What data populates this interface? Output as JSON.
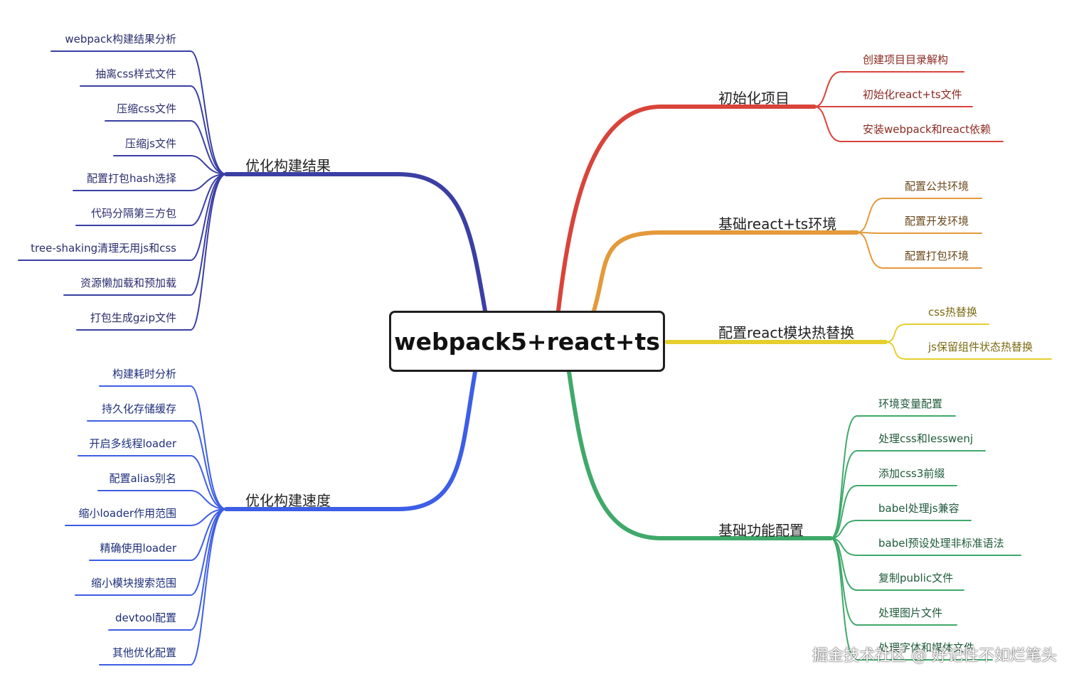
{
  "root": {
    "label": "webpack5+react+ts"
  },
  "branches": [
    {
      "key": "init",
      "label": "初始化项目",
      "color": "#d9443a",
      "leaf_color": "#8b2a22",
      "leaves": [
        "创建项目目录解构",
        "初始化react+ts文件",
        "安装webpack和react依赖"
      ]
    },
    {
      "key": "base-env",
      "label": "基础react+ts环境",
      "color": "#e39a3a",
      "leaf_color": "#6b4a1c",
      "leaves": [
        "配置公共环境",
        "配置开发环境",
        "配置打包环境"
      ]
    },
    {
      "key": "hmr",
      "label": "配置react模块热替换",
      "color": "#e5cf2e",
      "leaf_color": "#7a6a10",
      "leaves": [
        "css热替换",
        "js保留组件状态热替换"
      ]
    },
    {
      "key": "features",
      "label": "基础功能配置",
      "color": "#3fa96a",
      "leaf_color": "#1f5a3a",
      "leaves": [
        "环境变量配置",
        "处理css和lesswenj",
        "添加css3前缀",
        "babel处理js兼容",
        "babel预设处理非标准语法",
        "复制public文件",
        "处理图片文件",
        "处理字体和媒体文件"
      ]
    },
    {
      "key": "optimize-result",
      "label": "优化构建结果",
      "color": "#3b3fa3",
      "leaf_color": "#2a2d6e",
      "leaves": [
        "webpack构建结果分析",
        "抽离css样式文件",
        "压缩css文件",
        "压缩js文件",
        "配置打包hash选择",
        "代码分隔第三方包",
        "tree-shaking清理无用js和css",
        "资源懒加载和预加载",
        "打包生成gzip文件"
      ]
    },
    {
      "key": "optimize-speed",
      "label": "优化构建速度",
      "color": "#3d5ee6",
      "leaf_color": "#1e2f7a",
      "leaves": [
        "构建耗时分析",
        "持久化存储缓存",
        "开启多线程loader",
        "配置alias别名",
        "缩小loader作用范围",
        "精确使用loader",
        "缩小模块搜索范围",
        "devtool配置",
        "其他优化配置"
      ]
    }
  ],
  "watermark": "掘金技术社区 @ 好记性不如烂笔头"
}
